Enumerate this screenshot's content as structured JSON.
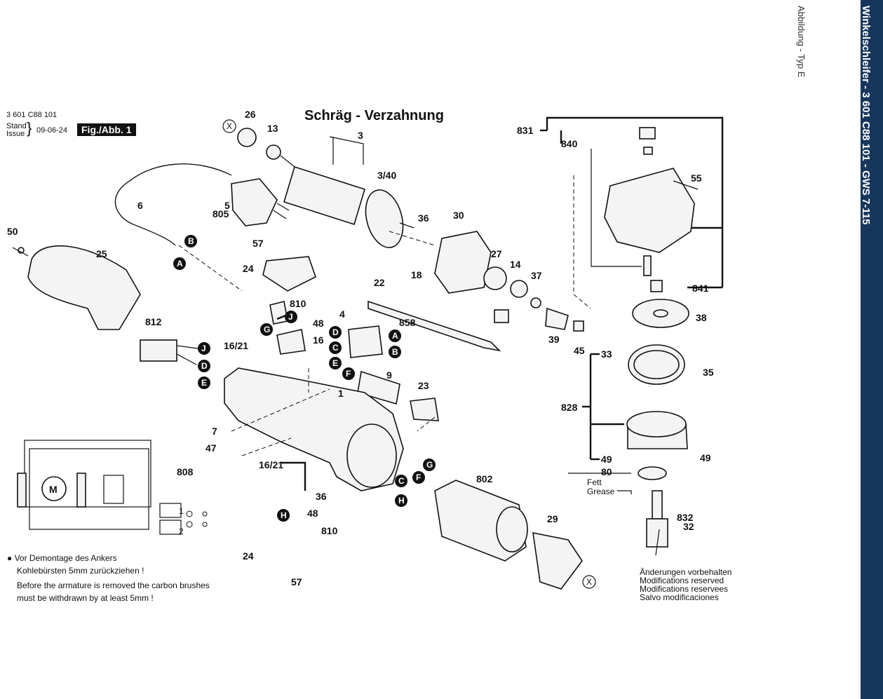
{
  "sidebar": {
    "title": "Winkelschleifer - 3 601 C88 101 - GWS 7-115",
    "subtitle": "Abbildung - Typ E"
  },
  "header": {
    "part_number": "3 601 C88 101",
    "stand_label": "Stand",
    "issue_label": "Issue",
    "date": "09-06-24",
    "fig_label": "Fig./Abb. 1"
  },
  "diagram_title": "Schräg - Verzahnung",
  "part_labels": [
    "26",
    "13",
    "3",
    "3/40",
    "5",
    "805",
    "6",
    "50",
    "25",
    "57",
    "24",
    "810",
    "48",
    "16",
    "16/21",
    "36",
    "30",
    "27",
    "14",
    "37",
    "18",
    "22",
    "4",
    "858",
    "9",
    "1",
    "23",
    "7",
    "47",
    "808",
    "802",
    "29",
    "812",
    "831",
    "840",
    "55",
    "841",
    "38",
    "33",
    "35",
    "828",
    "49",
    "80",
    "832",
    "32",
    "39",
    "45"
  ],
  "connectors": [
    "A",
    "B",
    "C",
    "D",
    "E",
    "F",
    "G",
    "H",
    "J",
    "X"
  ],
  "switch_labels": [
    "1",
    "2"
  ],
  "motor_label": "M",
  "grease_label": {
    "de": "Fett",
    "en": "Grease"
  },
  "note": {
    "line1": "● Vor Demontage des Ankers",
    "line2": "Kohlebürsten 5mm zurückziehen !",
    "line3": "Before the armature is removed the carbon brushes",
    "line4": "must be withdrawn by at least 5mm !"
  },
  "disclaimer": [
    "Änderungen vorbehalten",
    "Modifications reserved",
    "Modifications reservees",
    "Salvo modificaciones"
  ]
}
